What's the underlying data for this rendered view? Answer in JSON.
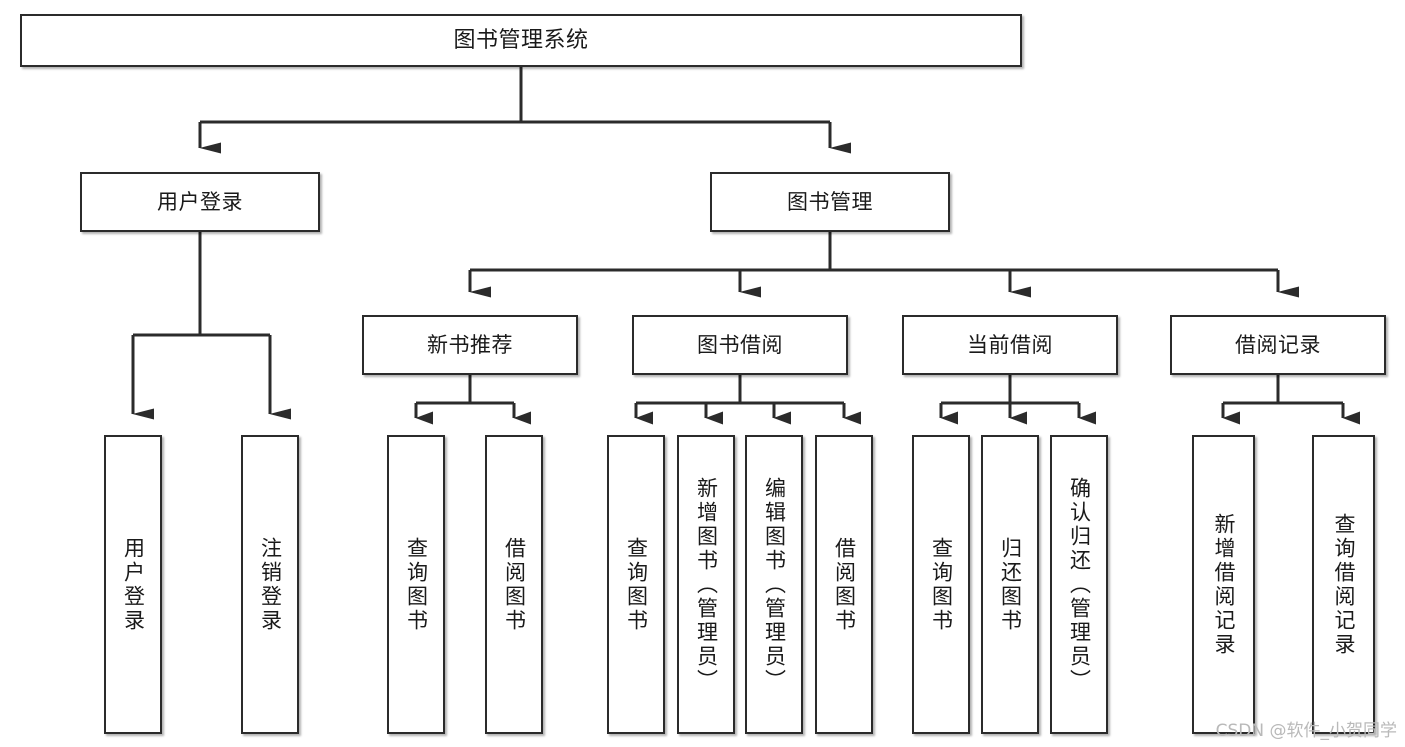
{
  "diagram": {
    "title": "图书管理系统",
    "type": "tree",
    "watermark": "CSDN @软件_小贺同学",
    "colors": {
      "box_border": "#2b2b2b",
      "box_fill": "#ffffff",
      "connector": "#2b2b2b",
      "text": "#1a1a1a",
      "watermark": "#b9b9b9"
    },
    "root": {
      "label": "图书管理系统"
    },
    "level2": [
      {
        "label": "用户登录"
      },
      {
        "label": "图书管理"
      }
    ],
    "level3": [
      {
        "label": "新书推荐"
      },
      {
        "label": "图书借阅"
      },
      {
        "label": "当前借阅"
      },
      {
        "label": "借阅记录"
      }
    ],
    "leaves": {
      "user_login": [
        {
          "label": "用户登录"
        },
        {
          "label": "注销登录"
        }
      ],
      "new_book": [
        {
          "label": "查询图书"
        },
        {
          "label": "借阅图书"
        }
      ],
      "borrow_book": [
        {
          "label": "查询图书"
        },
        {
          "label": "新增图书（管理员）"
        },
        {
          "label": "编辑图书（管理员）"
        },
        {
          "label": "借阅图书"
        }
      ],
      "current_borrow": [
        {
          "label": "查询图书"
        },
        {
          "label": "归还图书"
        },
        {
          "label": "确认归还（管理员）"
        }
      ],
      "borrow_record": [
        {
          "label": "新增借阅记录"
        },
        {
          "label": "查询借阅记录"
        }
      ]
    }
  }
}
